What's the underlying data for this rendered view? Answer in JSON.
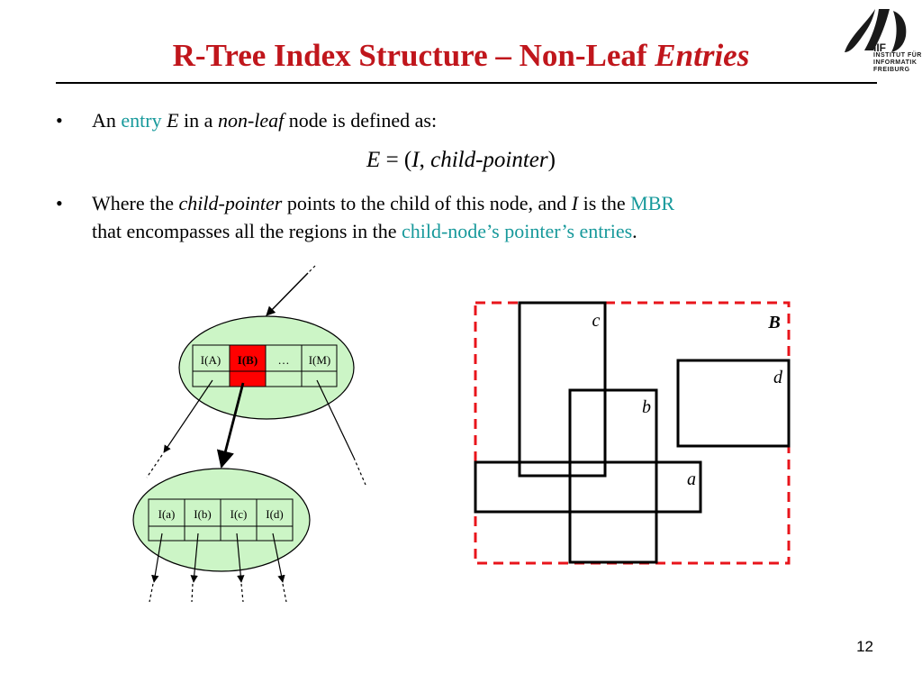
{
  "header": {
    "title_main": "R-Tree Index Structure – Non-Leaf ",
    "title_italic": "Entries",
    "logo": {
      "icon": "iif-freiburg-logo",
      "abbr": "IIF",
      "line1": "INSTITUT FÜR",
      "line2": "INFORMATIK",
      "line3": "FREIBURG"
    }
  },
  "bullets": {
    "b1": {
      "bullet": "•",
      "p1": "An ",
      "entry": "entry",
      "p2": " ",
      "E": "E",
      "p3": " in a ",
      "nonleaf": "non-leaf",
      "p4": " node is defined as:"
    },
    "formula": {
      "E": "E",
      "eq": " = (",
      "I": "I",
      "comma": ", ",
      "cp": "child-pointer",
      "close": ")"
    },
    "b2": {
      "bullet": "•",
      "p1": "Where the ",
      "cp": "child-pointer",
      "p2": " points to the child of this node, and ",
      "I": "I",
      "p3": " is the ",
      "mbr": "MBR",
      "p4": "that encompasses all the regions in the ",
      "entries": "child-node’s pointer’s entries",
      "p5": "."
    }
  },
  "tree": {
    "upper_cells": [
      "I(A)",
      "I(B)",
      "…",
      "I(M)"
    ],
    "lower_cells": [
      "I(a)",
      "I(b)",
      "I(c)",
      "I(d)"
    ],
    "highlight_color": "#ff0000",
    "node_fill": "#ccf5c6"
  },
  "region": {
    "labels": {
      "B": "B",
      "c": "c",
      "d": "d",
      "b": "b",
      "a": "a"
    },
    "dashed_color": "#e8141b"
  },
  "footer": {
    "page_number": "12"
  }
}
